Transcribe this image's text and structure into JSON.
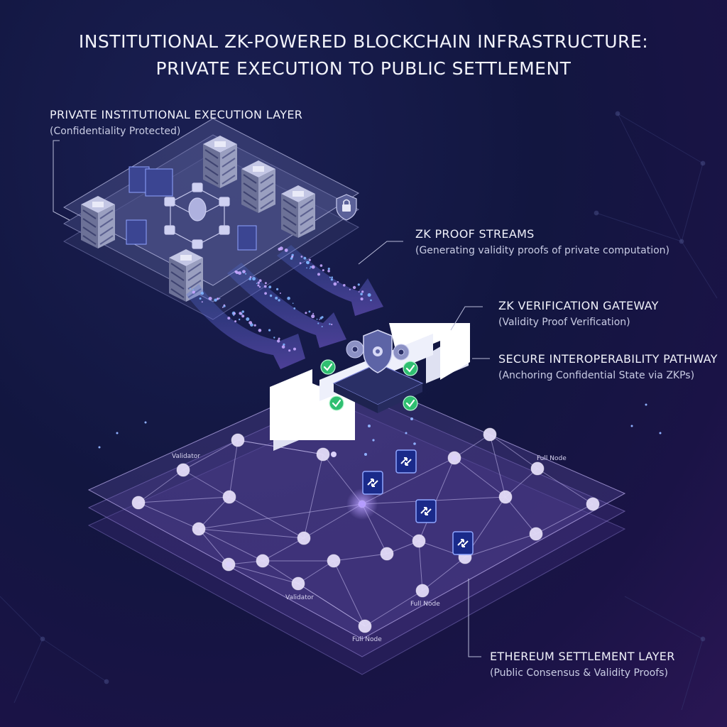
{
  "title": {
    "line1": "INSTITUTIONAL ZK-POWERED BLOCKCHAIN INFRASTRUCTURE:",
    "line2": "PRIVATE EXECUTION TO PUBLIC SETTLEMENT"
  },
  "labels": {
    "private_layer": {
      "heading": "PRIVATE INSTITUTIONAL EXECUTION LAYER",
      "sub": "(Confidentiality Protected)"
    },
    "proof_streams": {
      "heading": "ZK PROOF STREAMS",
      "sub": "(Generating validity proofs of private computation)"
    },
    "gateway": {
      "heading": "ZK VERIFICATION GATEWAY",
      "sub": "(Validity Proof Verification)"
    },
    "pathway": {
      "heading": "SECURE INTEROPERABILITY PATHWAY",
      "sub": "(Anchoring Confidential State via ZKPs)"
    },
    "settlement": {
      "heading": "ETHEREUM SETTLEMENT LAYER",
      "sub": "(Public Consensus & Validity Proofs)"
    }
  },
  "node_labels": {
    "validator_top": "Validator",
    "full_node_top": "Full Node",
    "validator_bottom": "Validator",
    "full_node_mid": "Full Node",
    "full_node_bottom": "Full Node"
  },
  "colors": {
    "background": "#141845",
    "accent_purple": "#9b7be0",
    "node_fill": "#e4dcf8",
    "stream_blue": "#6aa8ff",
    "check_green": "#2fbf71",
    "badge_blue": "#1a2a8a"
  },
  "icons": [
    "server-rack-icon",
    "lock-shield-icon",
    "gear-shield-icon",
    "check-icon",
    "swap-arrows-icon",
    "double-arrow-icon"
  ]
}
